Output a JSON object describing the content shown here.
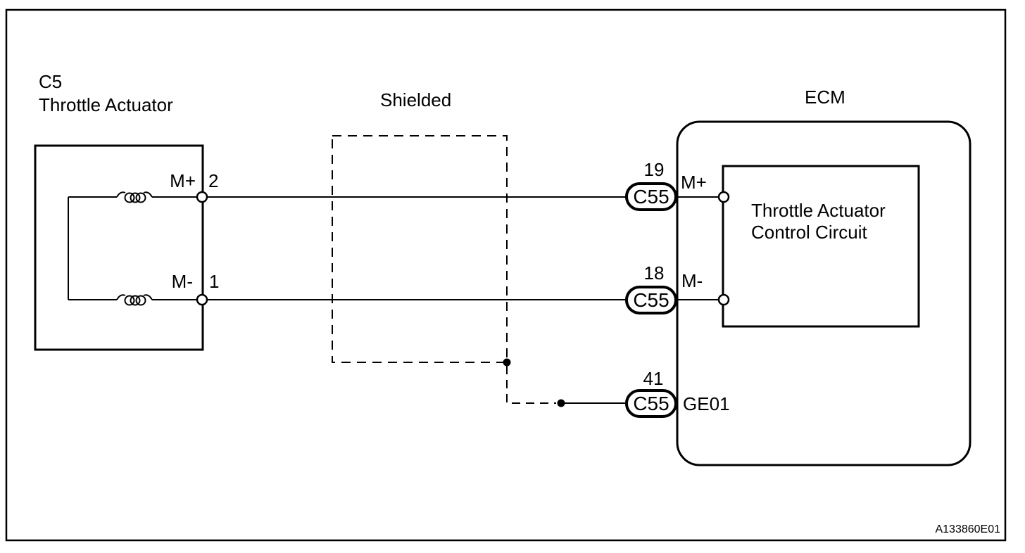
{
  "diagram": {
    "colors": {
      "line": "#000000",
      "background": "#ffffff"
    },
    "left_connector": {
      "code": "C5",
      "name": "Throttle Actuator",
      "pins": [
        {
          "label": "M+",
          "number": "2"
        },
        {
          "label": "M-",
          "number": "1"
        }
      ]
    },
    "shield": {
      "label": "Shielded"
    },
    "ecm": {
      "title": "ECM",
      "pins": [
        {
          "number": "19",
          "connector": "C55",
          "label": "M+"
        },
        {
          "number": "18",
          "connector": "C55",
          "label": "M-"
        },
        {
          "number": "41",
          "connector": "C55",
          "label": "GE01"
        }
      ],
      "inner_box": {
        "line1": "Throttle Actuator",
        "line2": "Control Circuit"
      }
    },
    "figure_id": "A133860E01"
  }
}
